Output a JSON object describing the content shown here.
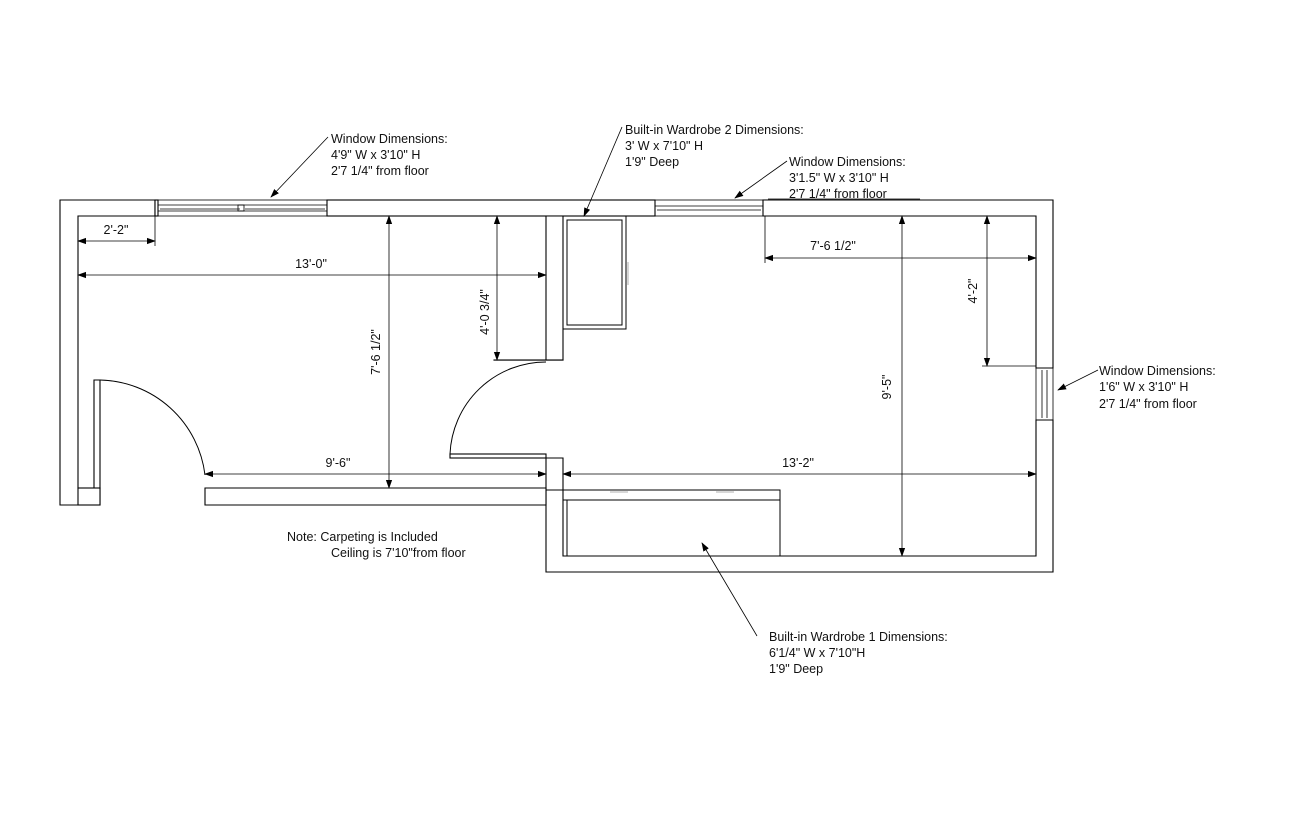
{
  "callouts": {
    "window_top_left": [
      "Window Dimensions:",
      "4'9\" W x 3'10\" H",
      "2'7 1/4\" from floor"
    ],
    "wardrobe_2": [
      "Built-in Wardrobe 2 Dimensions:",
      "3' W x 7'10\" H",
      "1'9\" Deep"
    ],
    "window_top_right": [
      "Window Dimensions:",
      "3'1.5\" W x 3'10\" H",
      "2'7 1/4\" from floor"
    ],
    "window_right": [
      "Window Dimensions:",
      "1'6\" W x 3'10\" H",
      "2'7 1/4\" from floor"
    ],
    "wardrobe_1": [
      "Built-in Wardrobe 1 Dimensions:",
      "6'1/4\" W x 7'10\"H",
      "1'9\" Deep"
    ]
  },
  "dimensions": {
    "d_2_2": "2'-2\"",
    "d_13_0": "13'-0\"",
    "d_7_6_half_vert": "7'-6 1/2\"",
    "d_4_0_3_4": "4'-0 3/4\"",
    "d_7_6_half_horiz": "7'-6 1/2\"",
    "d_4_2": "4'-2\"",
    "d_9_5": "9'-5\"",
    "d_9_6": "9'-6\"",
    "d_13_2": "13'-2\""
  },
  "note": [
    "Note: Carpeting is Included",
    "Ceiling is 7'10\"from floor"
  ]
}
